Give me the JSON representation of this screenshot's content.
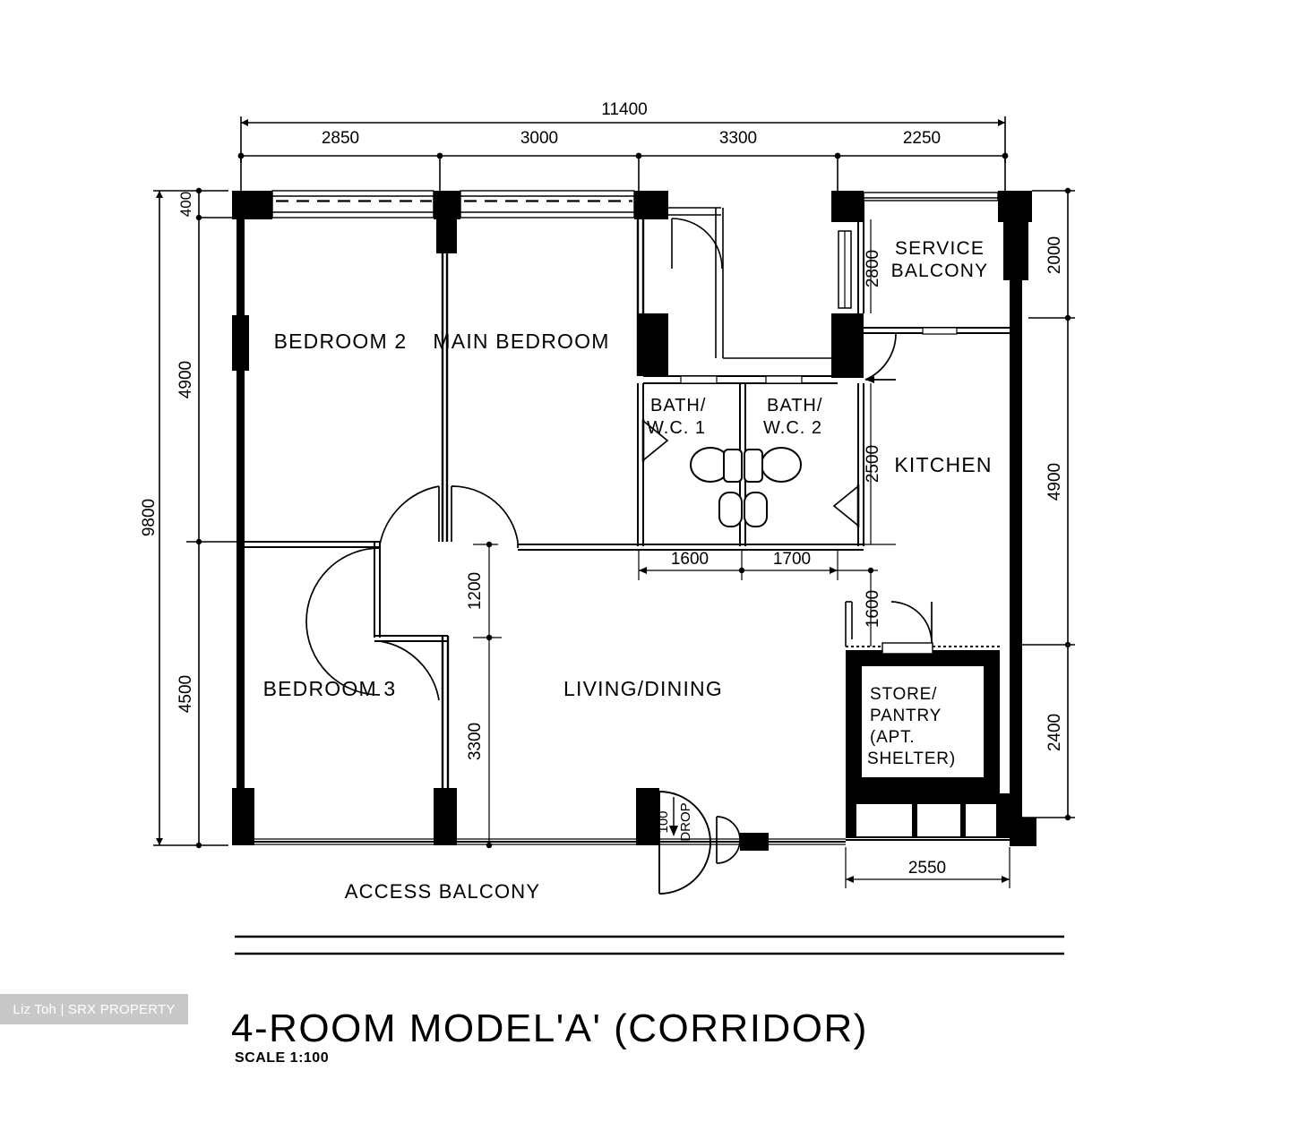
{
  "document": {
    "type": "floor-plan",
    "title": "4-ROOM MODEL'A' (CORRIDOR)",
    "scale_label": "SCALE  1:100",
    "watermark": "Liz Toh | SRX PROPERTY",
    "line_color": "#000000",
    "background_color": "#ffffff",
    "watermark_bg": "#c8c8c8"
  },
  "rooms": [
    {
      "id": "bedroom2",
      "label": "BEDROOM 2"
    },
    {
      "id": "main-bedroom",
      "label": "MAIN BEDROOM"
    },
    {
      "id": "bedroom3",
      "label": "BEDROOM 3"
    },
    {
      "id": "living-dining",
      "label": "LIVING/DINING"
    },
    {
      "id": "bath-wc-1-l1",
      "label": "BATH/"
    },
    {
      "id": "bath-wc-1-l2",
      "label": "W.C.  1"
    },
    {
      "id": "bath-wc-2-l1",
      "label": "BATH/"
    },
    {
      "id": "bath-wc-2-l2",
      "label": "W.C.  2"
    },
    {
      "id": "kitchen",
      "label": "KITCHEN"
    },
    {
      "id": "service-balcony-l1",
      "label": "SERVICE"
    },
    {
      "id": "service-balcony-l2",
      "label": "BALCONY"
    },
    {
      "id": "store-l1",
      "label": "STORE/"
    },
    {
      "id": "store-l2",
      "label": "PANTRY"
    },
    {
      "id": "store-l3",
      "label": "(APT."
    },
    {
      "id": "store-l4",
      "label": "SHELTER)"
    },
    {
      "id": "access-balcony",
      "label": "ACCESS BALCONY"
    }
  ],
  "dimensions": {
    "top_overall": "11400",
    "top_segments": [
      "2850",
      "3000",
      "3300",
      "2250"
    ],
    "left_overall": "9800",
    "left_segments": [
      "400",
      "4900",
      "4500"
    ],
    "right_segments": [
      "2000",
      "4900",
      "2400"
    ],
    "bath_widths": [
      "1600",
      "1700"
    ],
    "service_balcony_depth": "2800",
    "kitchen_depth": "2500",
    "store_offset": "1600",
    "interior_vertical": [
      "1200",
      "3300"
    ],
    "store_width": "2550",
    "entry_drop_value": "100",
    "entry_drop_label": "DROP"
  }
}
